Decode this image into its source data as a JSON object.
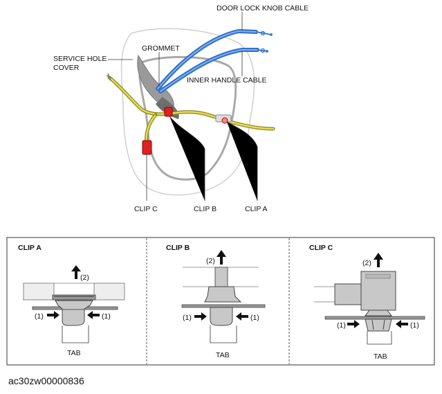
{
  "top_labels": {
    "door_lock_knob_cable": "DOOR LOCK KNOB CABLE",
    "grommet": "GROMMET",
    "service_hole_cover_line1": "SERVICE HOLE",
    "service_hole_cover_line2": "COVER",
    "inner_handle_cable": "INNER HANDLE CABLE",
    "clip_c": "CLIP C",
    "clip_b": "CLIP B",
    "clip_a": "CLIP A"
  },
  "panels": [
    {
      "title": "CLIP A",
      "step2": "(2)",
      "step1_left": "(1)",
      "step1_right": "(1)",
      "tab": "TAB"
    },
    {
      "title": "CLIP B",
      "step2": "(2)",
      "step1_left": "(1)",
      "step1_right": "(1)",
      "tab": "TAB"
    },
    {
      "title": "CLIP C",
      "step2": "(2)",
      "step1_left": "(1)",
      "step1_right": "(1)",
      "tab": "TAB"
    }
  ],
  "figure_code": "ac30zw00000836",
  "colors": {
    "cable_blue": "#3d7fd6",
    "harness_yellow": "#d6cf3a",
    "clip_red": "#e02020",
    "part_gray": "#c8c8c8"
  }
}
